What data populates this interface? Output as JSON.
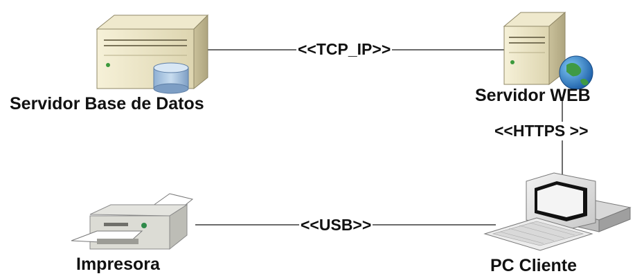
{
  "nodes": {
    "db_server": {
      "label": "Servidor Base de Datos",
      "icon": "database-server-icon"
    },
    "web_server": {
      "label": "Servidor WEB",
      "icon": "web-server-globe-icon"
    },
    "printer": {
      "label": "Impresora",
      "icon": "printer-icon"
    },
    "pc_client": {
      "label": "PC Cliente",
      "icon": "desktop-computer-icon"
    }
  },
  "connections": {
    "tcp_ip": {
      "label": "<<TCP_IP>>",
      "from": "Servidor Base de Datos",
      "to": "Servidor WEB"
    },
    "https": {
      "label": "<<HTTPS >>",
      "from": "Servidor WEB",
      "to": "PC Cliente"
    },
    "usb": {
      "label": "<<USB>>",
      "from": "Impresora",
      "to": "PC Cliente"
    }
  },
  "colors": {
    "line": "#6b6b6b",
    "text": "#111111",
    "server_body": "#ece6c8",
    "db_cylinder": "#a9c4df",
    "globe": "#2f7a3c"
  }
}
